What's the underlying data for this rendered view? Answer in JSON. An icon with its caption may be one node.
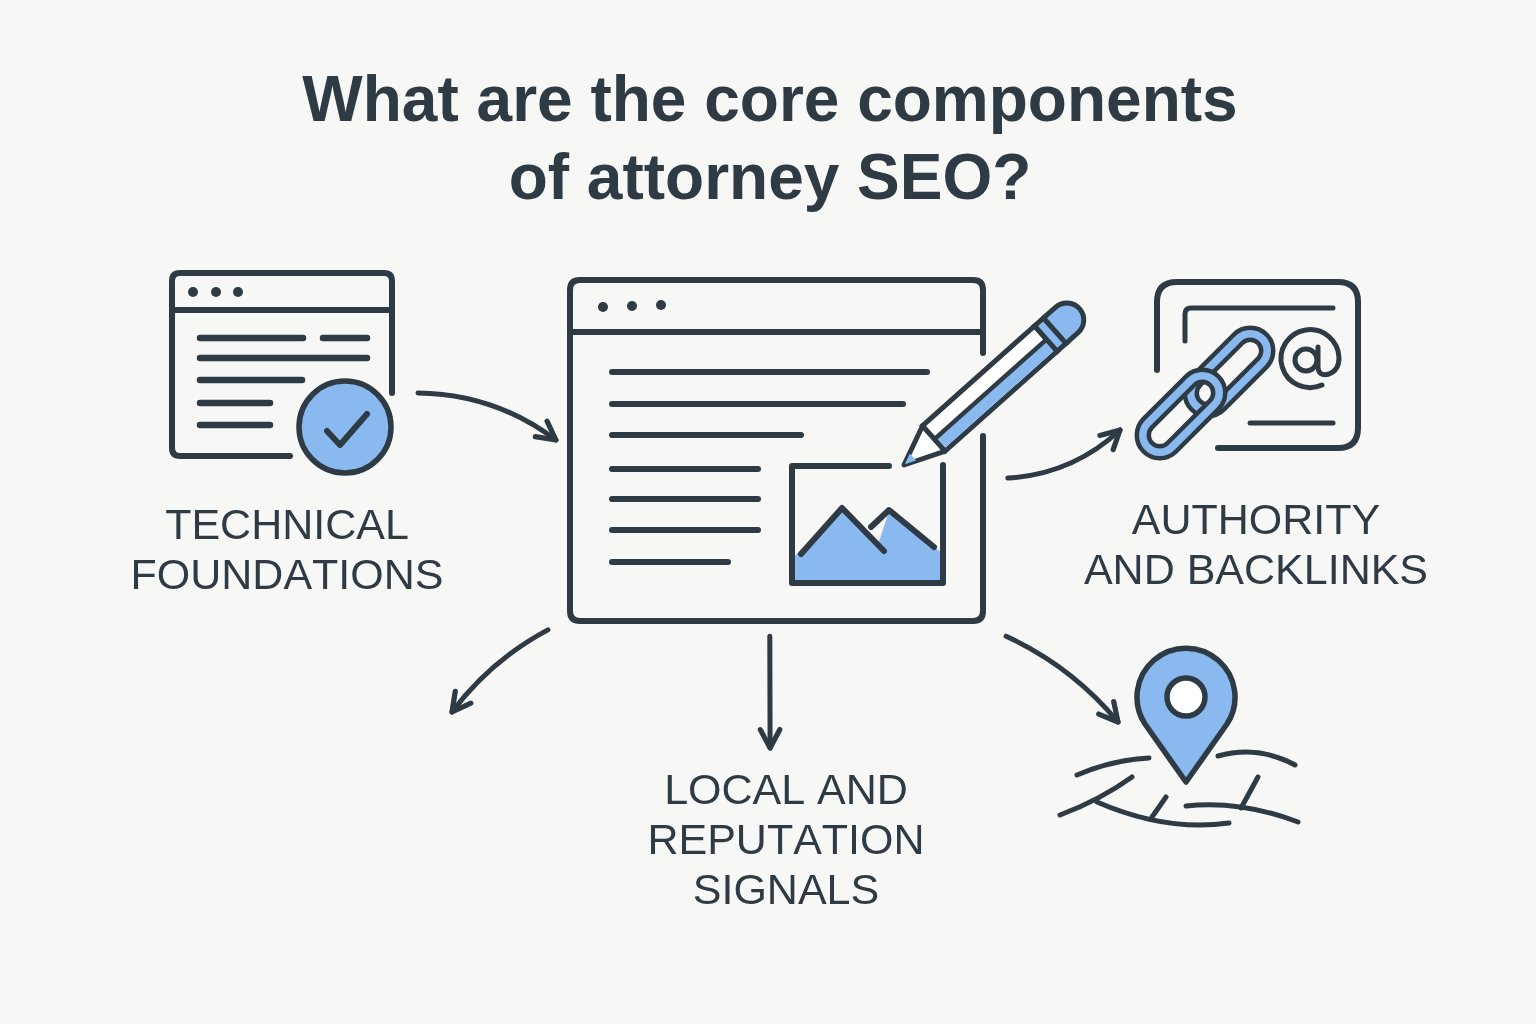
{
  "diagram": {
    "title": "What are the core components of attorney SEO?",
    "nodes": [
      {
        "text": [],
        "shape": "picture",
        "beside": [
          "TECHNICAL FOUNDATIONS"
        ]
      },
      {
        "text": [],
        "shape": "picture"
      },
      {
        "text": [],
        "shape": "picture",
        "beside": [
          "AUTHORITY AND BACKLINKS"
        ]
      },
      {
        "text": [
          "LOCAL AND REPUTATION SIGNALS"
        ]
      },
      {
        "text": [],
        "shape": "picture"
      }
    ],
    "edges": [
      {
        "from": 0,
        "to": 1,
        "arrow": "to"
      },
      {
        "from": 1,
        "to": 2,
        "arrow": "to"
      },
      {
        "from": 1,
        "to": null,
        "arrow": "to"
      },
      {
        "from": 1,
        "to": 3,
        "arrow": "to"
      },
      {
        "from": 1,
        "to": 4,
        "arrow": "to"
      }
    ]
  }
}
